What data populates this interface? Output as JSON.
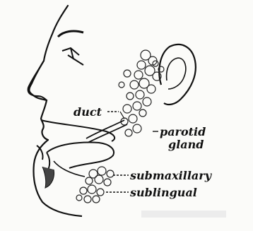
{
  "figure": {
    "labels": {
      "duct": "duct",
      "parotid_line1": "parotid",
      "parotid_line2": "gland",
      "submaxillary": "submaxillary",
      "sublingual": "sublingual"
    },
    "ink_color": "#111111",
    "paper_color": "#fbfbf9"
  }
}
